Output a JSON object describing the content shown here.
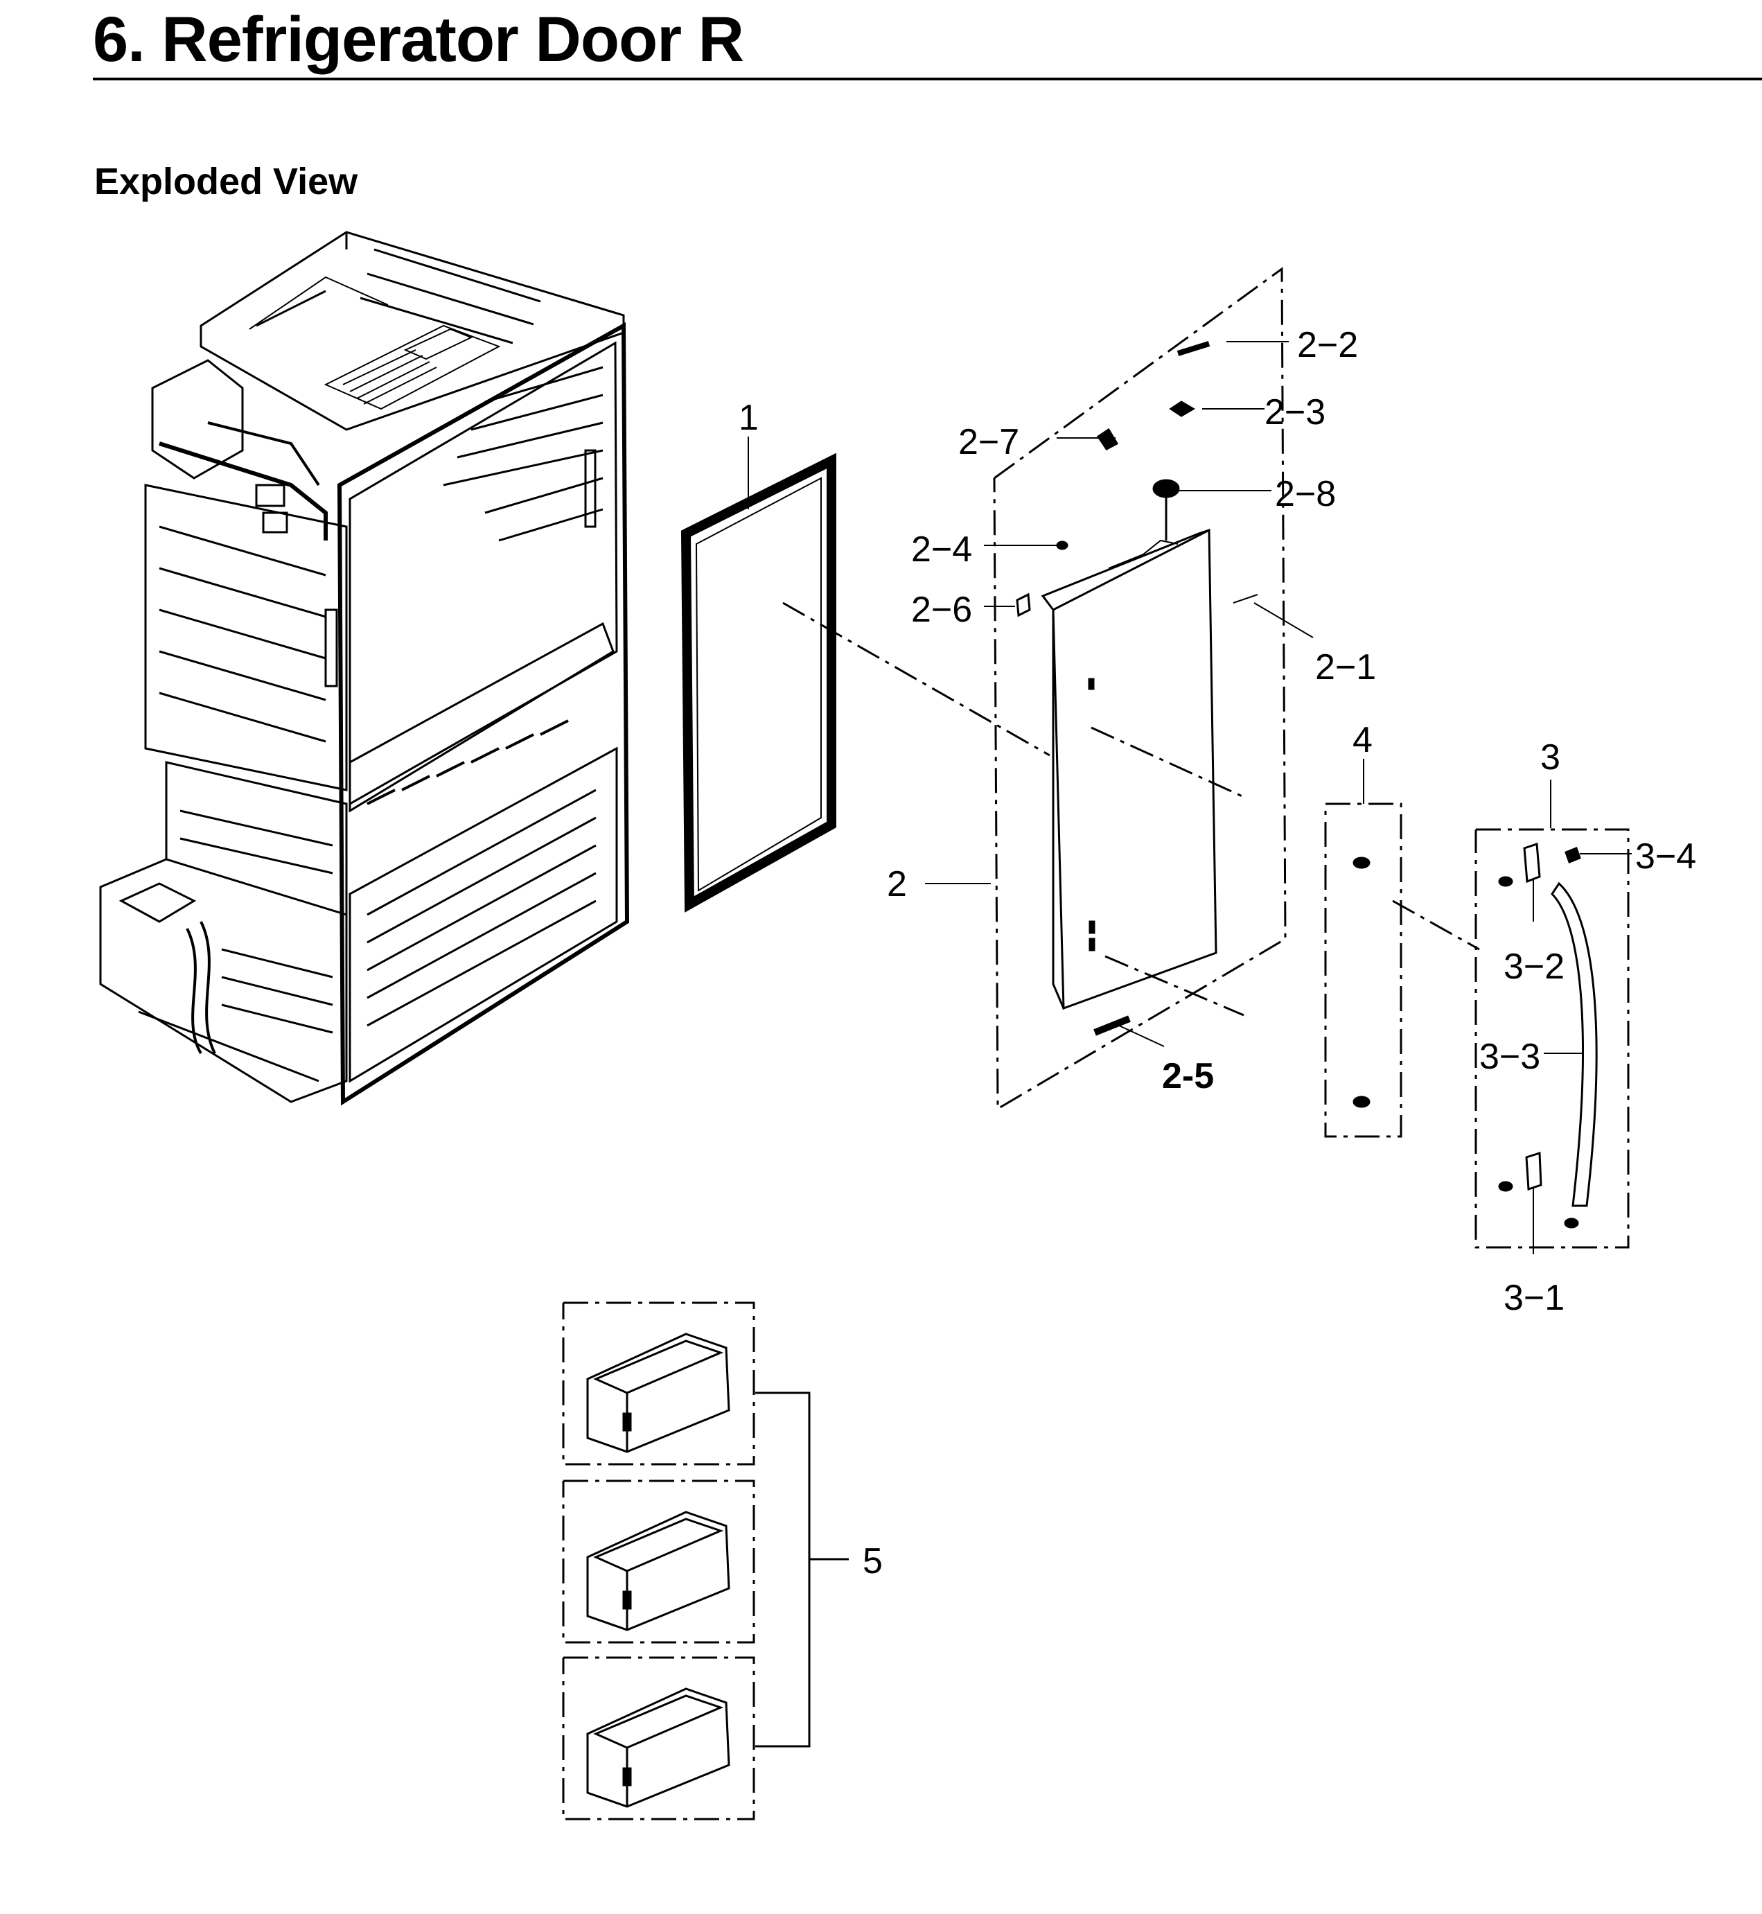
{
  "header": {
    "title": "6.  Refrigerator Door R",
    "section": "Exploded View"
  },
  "callouts": {
    "c1": "1",
    "c2": "2",
    "c2_1": "2−1",
    "c2_2": "2−2",
    "c2_3": "2−3",
    "c2_4": "2−4",
    "c2_5": "2-5",
    "c2_6": "2−6",
    "c2_7": "2−7",
    "c2_8": "2−8",
    "c3": "3",
    "c3_1": "3−1",
    "c3_2": "3−2",
    "c3_3": "3−3",
    "c3_4": "3−4",
    "c4": "4",
    "c5": "5"
  }
}
